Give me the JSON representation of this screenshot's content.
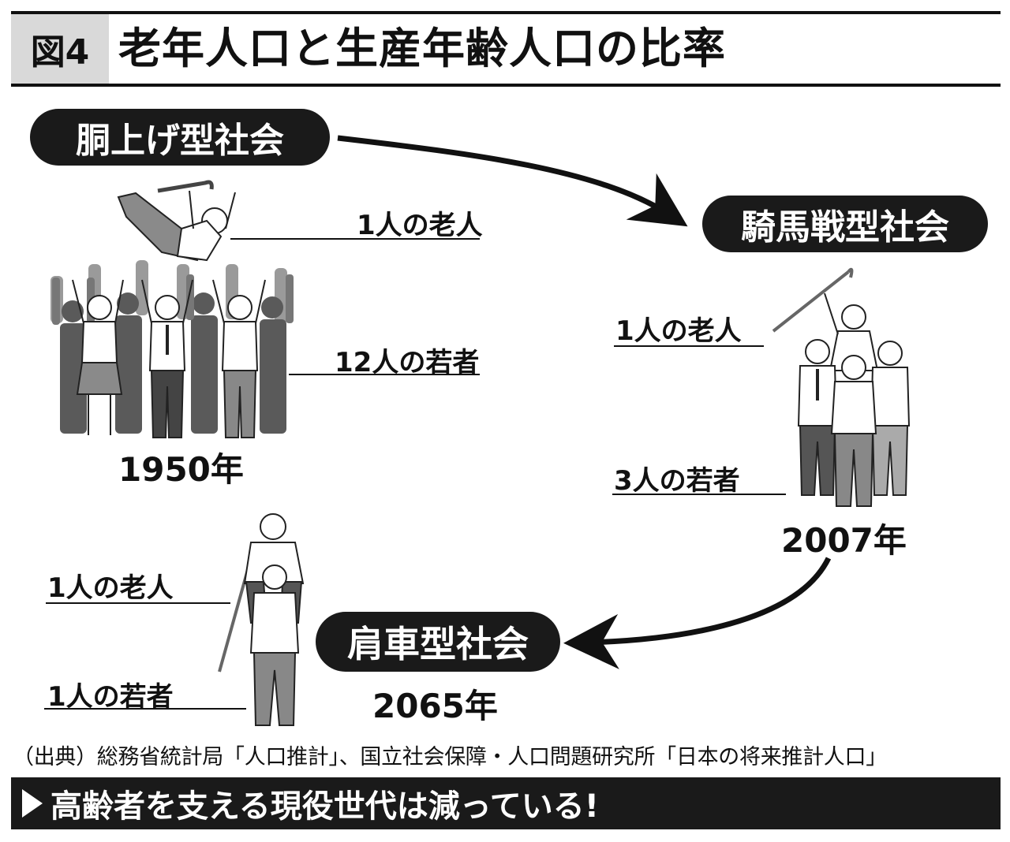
{
  "header": {
    "figure_label": "図4",
    "title": "老年人口と生産年齢人口の比率"
  },
  "stages": {
    "s1950": {
      "name": "胴上げ型社会",
      "year": "1950年",
      "elder_label": "1人の老人",
      "young_label": "12人の若者"
    },
    "s2007": {
      "name": "騎馬戦型社会",
      "year": "2007年",
      "elder_label": "1人の老人",
      "young_label": "3人の若者"
    },
    "s2065": {
      "name": "肩車型社会",
      "year": "2065年",
      "elder_label": "1人の老人",
      "young_label": "1人の若者"
    }
  },
  "source": "（出典）総務省統計局「人口推計」、国立社会保障・人口問題研究所「日本の将来推計人口」",
  "footer": {
    "message": "高齢者を支える現役世代は減っている!"
  },
  "colors": {
    "dark": "#1a1a1a",
    "mid_gray": "#888888",
    "light_gray": "#d9d9d9",
    "dark_gray": "#555555"
  }
}
